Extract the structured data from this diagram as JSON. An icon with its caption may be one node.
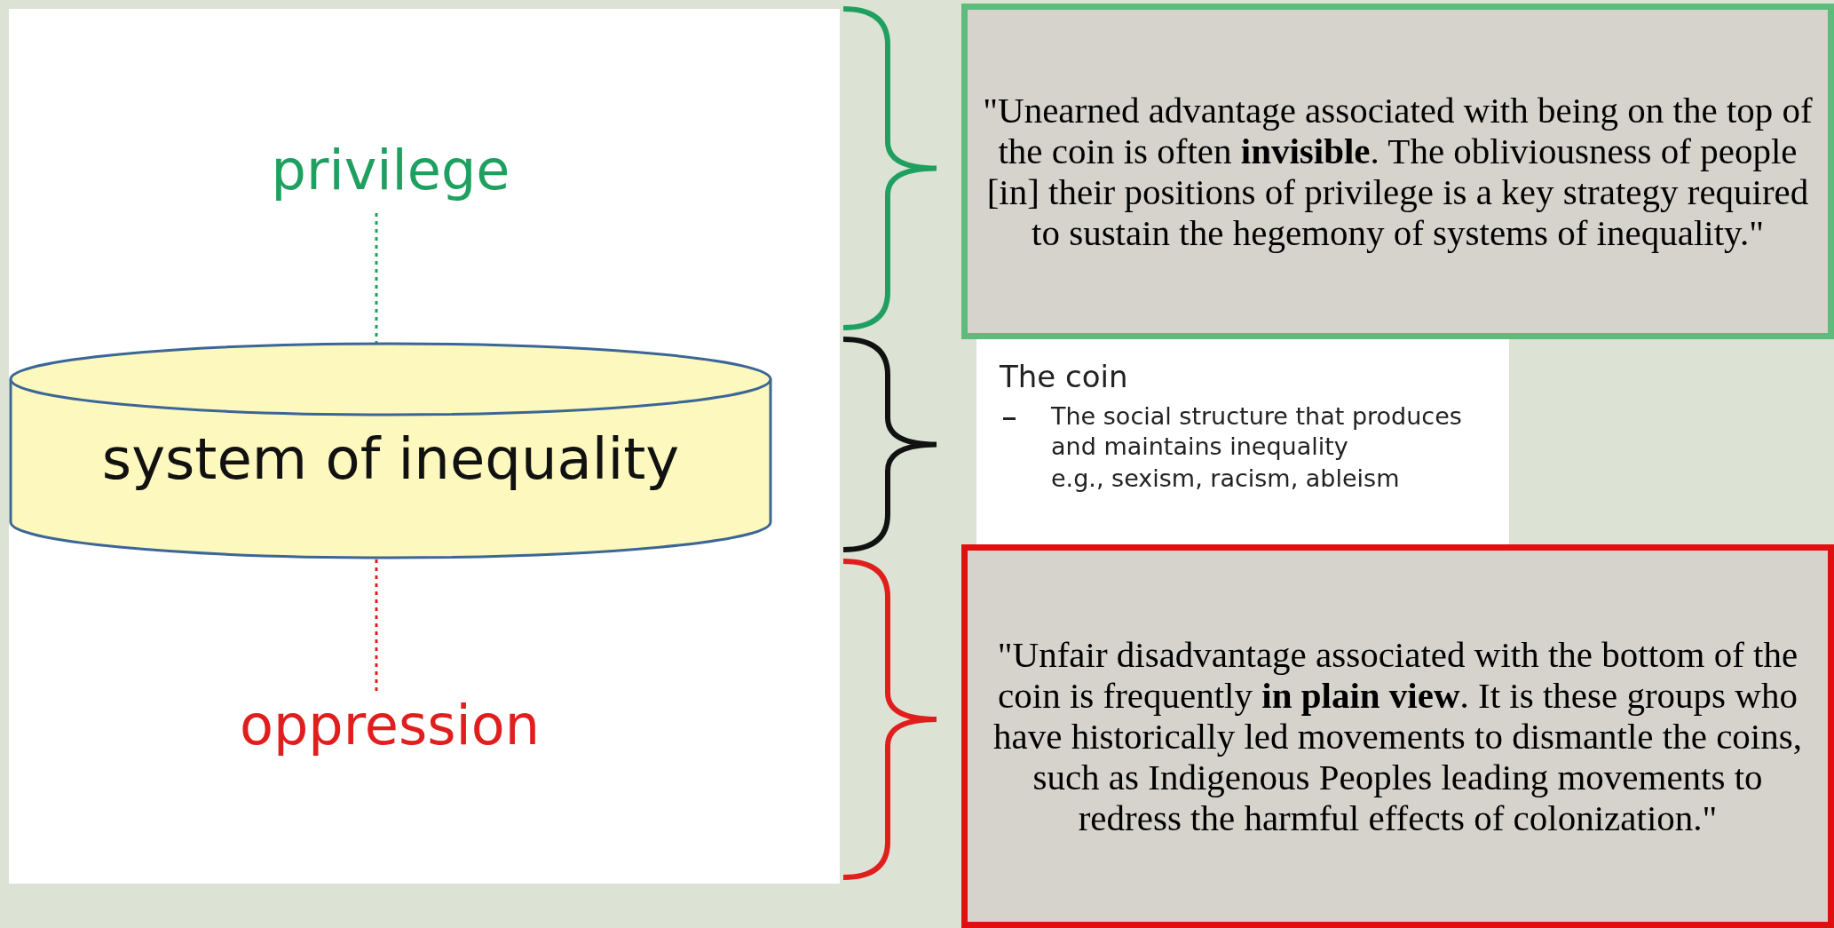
{
  "diagram": {
    "nodes": [
      {
        "text": [
          "privilege"
        ]
      },
      {
        "text": [
          "system of inequality"
        ]
      },
      {
        "text": [
          "oppression"
        ]
      },
      {
        "text": [
          "\"Unearned advantage associated with being on the top of the coin is often **invisible**. The obliviousness of people [in] their positions of privilege is a key strategy required to sustain the hegemony of systems of inequality.\""
        ]
      },
      {
        "text": [
          "The coin",
          "The social structure that produces and maintains inequality",
          "e.g., sexism, racism, ableism"
        ]
      },
      {
        "text": [
          "\"Unfair disadvantage associated with the bottom of the coin is frequently **in plain view**. It is these groups who have historically led movements to dismantle the coins, such as Indigenous Peoples leading movements to redress the harmful effects of colonization.\""
        ]
      }
    ],
    "edges": [
      {
        "from": 0,
        "to": 1,
        "arrow": "none",
        "style": "dashed",
        "color": "#1fa060"
      },
      {
        "from": 1,
        "to": 2,
        "arrow": "none",
        "style": "dashed",
        "color": "#e01e1e"
      }
    ]
  }
}
